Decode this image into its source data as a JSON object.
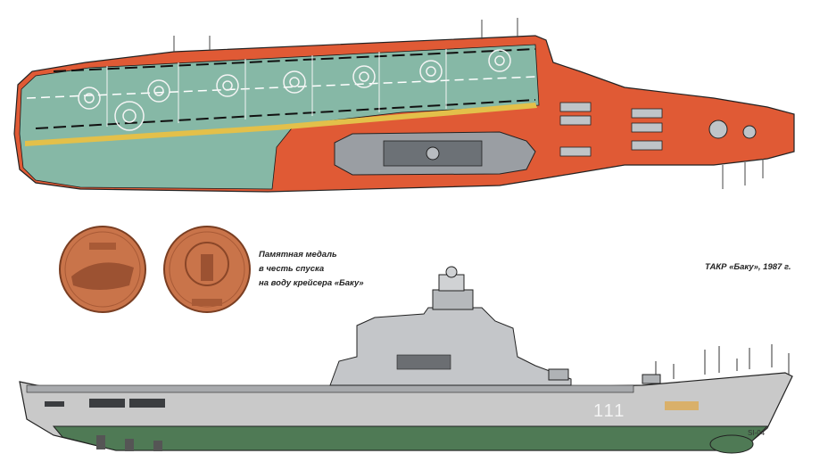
{
  "medal_caption": {
    "line1": "Памятная медаль",
    "line2": "в честь спуска",
    "line3": "на воду крейсера «Баку»"
  },
  "ship_caption": "ТАКР «Баку», 1987 г.",
  "hull_number": "111",
  "scale_mark": "SI-04",
  "colors": {
    "deck_green": "#86b8a6",
    "deck_red": "#e05a35",
    "hull_grey": "#c9c9c9",
    "waterline_green": "#4f7a55",
    "medal_copper": "#c9744a",
    "stripe_yellow": "#e3c04a"
  }
}
